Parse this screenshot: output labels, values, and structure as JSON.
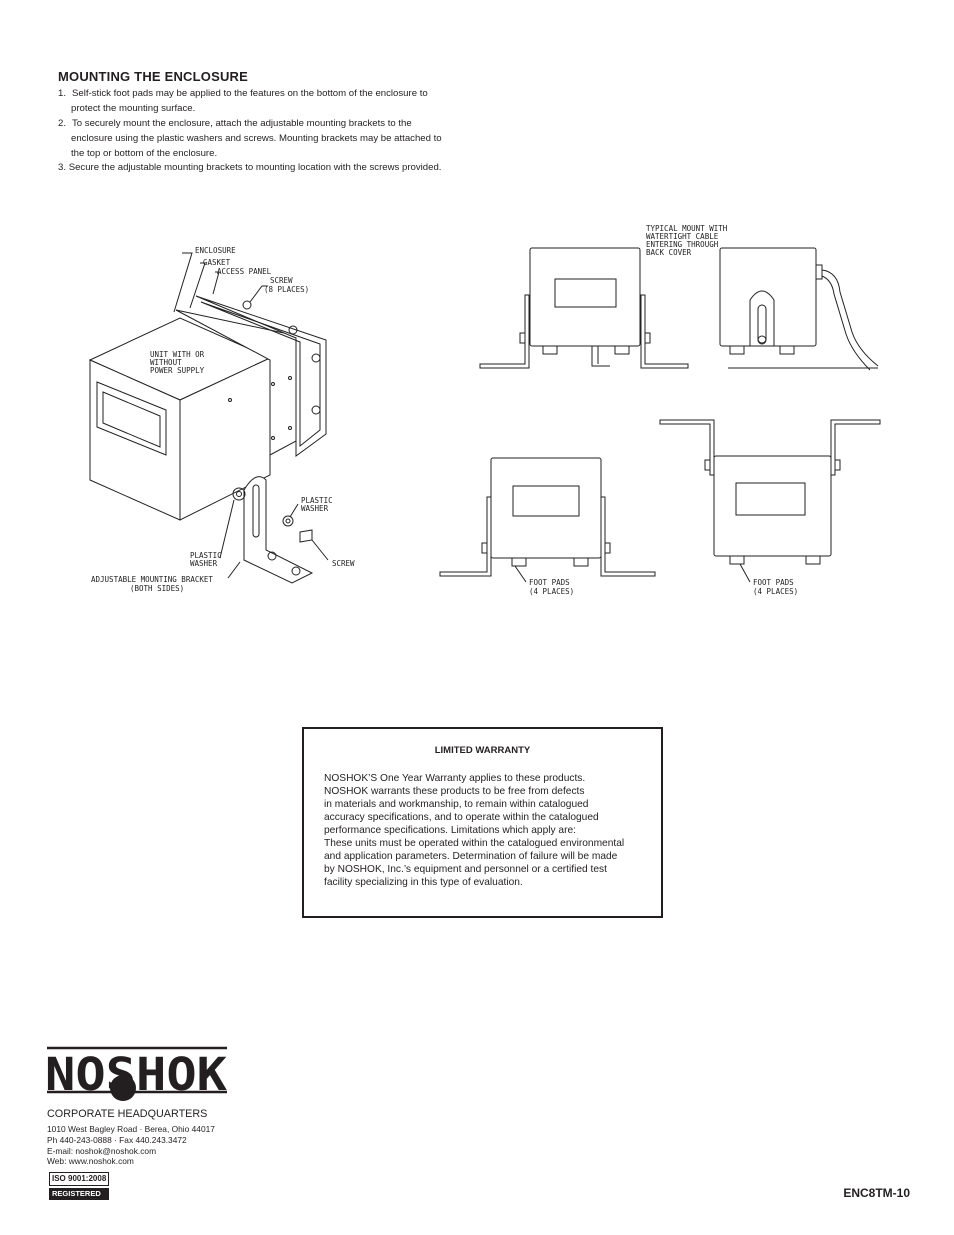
{
  "section": {
    "heading": "MOUNTING THE ENCLOSURE",
    "steps": [
      {
        "num": "1.",
        "first": "Self-stick foot pads may be applied to the features on the bottom of the enclosure to",
        "rest": "protect the mounting surface."
      },
      {
        "num": "2.",
        "first": "To securely mount the enclosure, attach the adjustable mounting brackets to the",
        "rest": "enclosure using the plastic washers and screws. Mounting brackets may be attached to",
        "rest2": "the top or bottom of the enclosure."
      },
      {
        "num": "3.",
        "first": "Secure the adjustable mounting brackets to mounting location with the screws provided."
      }
    ]
  },
  "diagram_labels": {
    "enclosure": "ENCLOSURE",
    "gasket": "GASKET",
    "access_panel": "ACCESS PANEL",
    "screw_8": "SCREW",
    "screw_8_places": "(8 PLACES)",
    "unit_1": "UNIT WITH OR",
    "unit_2": "WITHOUT",
    "unit_3": "POWER SUPPLY",
    "plastic_washer_a1": "PLASTIC",
    "plastic_washer_a2": "WASHER",
    "plastic_washer_b1": "PLASTIC",
    "plastic_washer_b2": "WASHER",
    "screw": "SCREW",
    "bracket_1": "ADJUSTABLE MOUNTING BRACKET",
    "bracket_2": "(BOTH SIDES)",
    "typical_1": "TYPICAL MOUNT WITH",
    "typical_2": "WATERTIGHT CABLE",
    "typical_3": "ENTERING THROUGH",
    "typical_4": "BACK COVER",
    "foot_pads_a1": "FOOT PADS",
    "foot_pads_a2": "(4 PLACES)",
    "foot_pads_b1": "FOOT PADS",
    "foot_pads_b2": "(4 PLACES)"
  },
  "warranty": {
    "title": "LIMITED WARRANTY",
    "lines": [
      "NOSHOK’S One Year Warranty applies to these products.",
      "NOSHOK warrants these products to be free from defects",
      "in materials and workmanship, to remain within catalogued",
      "accuracy specifications, and to operate within the catalogued",
      "performance specifications. Limitations which apply are:",
      "These units must be operated within the catalogued environmental",
      "and application parameters. Determination of failure will be made",
      "by NOSHOK, Inc.’s equipment and personnel or a certified test",
      "facility specializing in this type of evaluation."
    ]
  },
  "footer": {
    "logo_text": "NOSHOK",
    "hq_title": "CORPORATE HEADQUARTERS",
    "address": "1010 West Bagley Road · Berea, Ohio 44017",
    "phone": "Ph 440-243-0888 · Fax 440.243.3472",
    "email": "E-mail: noshok@noshok.com",
    "web": "Web: www.noshok.com",
    "iso_top": "ISO 9001:2008",
    "iso_bottom": "REGISTERED",
    "doc_code": "ENC8TM-10"
  }
}
